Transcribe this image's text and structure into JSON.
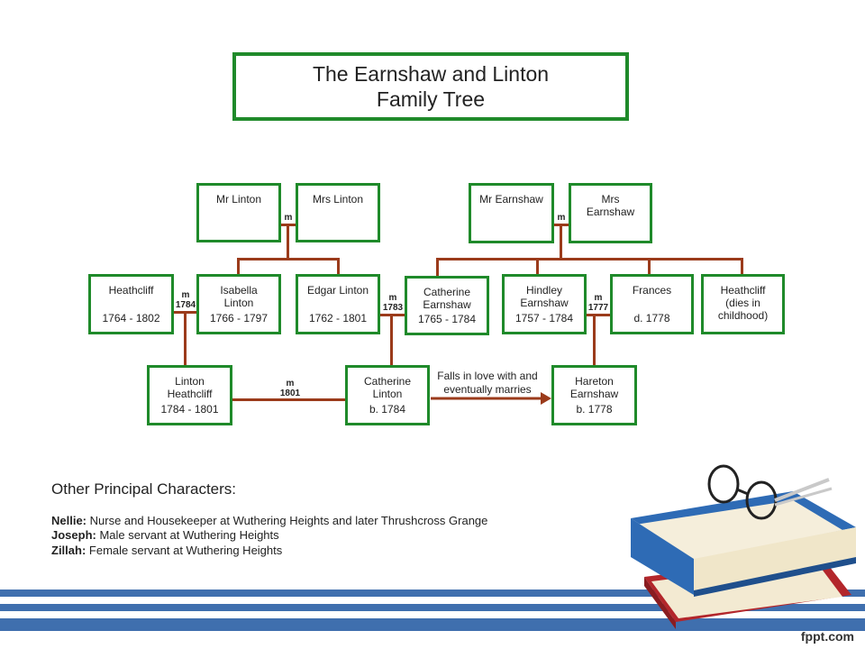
{
  "title": {
    "line1": "The Earnshaw and Linton",
    "line2": "Family Tree"
  },
  "people": {
    "mr_linton": {
      "name": "Mr Linton",
      "dates": ""
    },
    "mrs_linton": {
      "name": "Mrs Linton",
      "dates": ""
    },
    "mr_earnshaw": {
      "name": "Mr Earnshaw",
      "dates": ""
    },
    "mrs_earnshaw": {
      "name": "Mrs\nEarnshaw",
      "dates": ""
    },
    "heathcliff": {
      "name": "Heathcliff",
      "dates": "1764 - 1802"
    },
    "isabella": {
      "name": "Isabella\nLinton",
      "dates": "1766 - 1797"
    },
    "edgar": {
      "name": "Edgar Linton",
      "dates": "1762 - 1801"
    },
    "catherine_e": {
      "name": "Catherine\nEarnshaw",
      "dates": "1765 - 1784"
    },
    "hindley": {
      "name": "Hindley\nEarnshaw",
      "dates": "1757 - 1784"
    },
    "frances": {
      "name": "Frances",
      "dates": "d. 1778"
    },
    "heathcliff_child": {
      "name": "Heathcliff\n(dies in\nchildhood)",
      "dates": ""
    },
    "linton_h": {
      "name": "Linton\nHeathcliff",
      "dates": "1784 - 1801"
    },
    "catherine_l": {
      "name": "Catherine\nLinton",
      "dates": "b. 1784"
    },
    "hareton": {
      "name": "Hareton\nEarnshaw",
      "dates": "b. 1778"
    }
  },
  "marriages": {
    "linton_parents": {
      "m": "m",
      "year": ""
    },
    "earnshaw_parents": {
      "m": "m",
      "year": ""
    },
    "heathcliff_isabella": {
      "m": "m",
      "year": "1784"
    },
    "edgar_catherine": {
      "m": "m",
      "year": "1783"
    },
    "hindley_frances": {
      "m": "m",
      "year": "1777"
    },
    "linton_catherine": {
      "m": "m",
      "year": "1801"
    }
  },
  "arrow_note": "Falls in love with and\neventually marries",
  "other": {
    "heading": "Other Principal Characters:",
    "characters": [
      {
        "name": "Nellie:",
        "desc": " Nurse and Housekeeper at Wuthering Heights and later Thrushcross Grange"
      },
      {
        "name": "Joseph:",
        "desc": " Male servant at Wuthering Heights"
      },
      {
        "name": "Zillah:",
        "desc": " Female servant at Wuthering Heights"
      }
    ]
  },
  "footer": "fppt.com",
  "colors": {
    "box_border": "#1f8a2a",
    "line": "#9b3b1b",
    "stripe": "#3f6fae",
    "book_blue": "#2e6bb5",
    "book_red": "#b3262b"
  }
}
